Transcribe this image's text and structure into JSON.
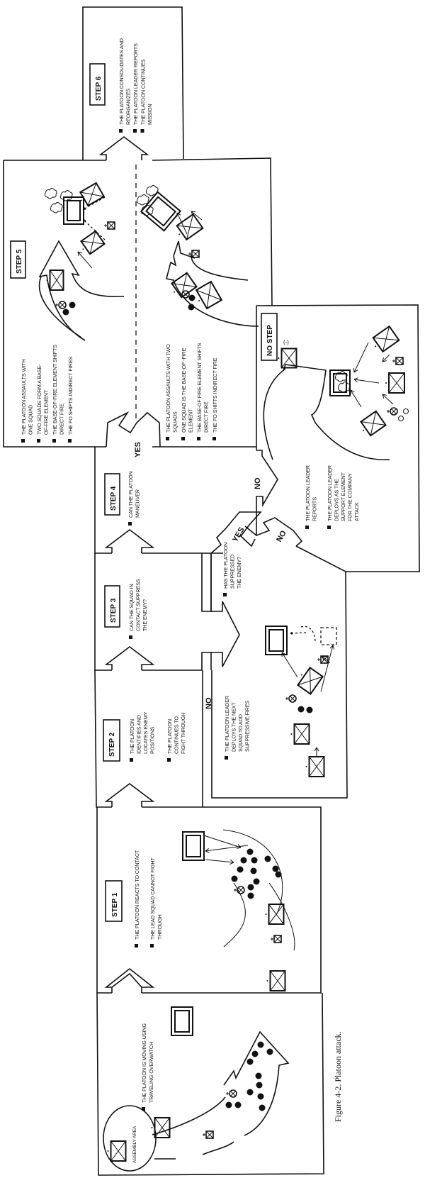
{
  "figure": {
    "caption": "Figure 4-2. Platoon attack.",
    "orientation": "rotated 90° counter-clockwise"
  },
  "panels": {
    "assembly": {
      "area_label": "ASSEMBLY AREA",
      "bullets": [
        "THE PLATOON IS MOVING USING",
        "TRAVELING OVERWATCH"
      ]
    },
    "step1": {
      "label": "STEP 1",
      "bullets": [
        [
          "THE PLATOON REACTS TO CONTACT"
        ],
        [
          "THE LEAD SQUAD CANNOT FIGHT",
          "THROUGH"
        ]
      ]
    },
    "step2": {
      "label": "STEP 2",
      "bullets": [
        [
          "THE PLATOON",
          "IDENTIFIES AND",
          "LOCATES  ENEMY",
          "POSITIONS"
        ],
        [
          "THE PLATOON",
          "CONTINUES TO",
          "FIGHT THROUGH"
        ]
      ]
    },
    "step3": {
      "label": "STEP 3",
      "bullets": [
        [
          "CAN THE SQUAD IN",
          "CONTACT SUPPRESS",
          "THE ENEMY?"
        ]
      ]
    },
    "step3_no": {
      "bullets": [
        [
          "THE PLATOON LEADER",
          "DEPLOYS THE NEXT",
          "SQUAD TO ADD",
          "SUPPRESSIVE FIRES"
        ],
        [
          "HAS THE PLATOON",
          "SUPPRESSED",
          "THE ENEMY?"
        ]
      ]
    },
    "step4": {
      "label": "STEP 4",
      "bullets": [
        [
          "CAN THE PLATOON",
          "MANEUVER"
        ]
      ]
    },
    "step5": {
      "label": "STEP 5",
      "left_bullets": [
        [
          "THE PLATOON ASSAULTS WITH",
          "ONE SQUAD"
        ],
        [
          "TWO SQUADS FORM A BASE-",
          "OF-FIRE ELEMENT"
        ],
        [
          "THE BASE-OF-FIRE  ELEMENT SHIFTS",
          "DIRECT FIRE"
        ],
        [
          "THE FO SHIFTS INDIRECT FIRES"
        ]
      ],
      "right_bullets": [
        [
          "THE PLATOON ASSAULTS WITH TWO",
          "SQUADS"
        ],
        [
          "ONE SQUAD IS THE BASE-OF -FIRE",
          "ELEMENT"
        ],
        [
          "THE BASE-OF FIRE ELEMENT SHIFTS",
          "DIRECT FIRE"
        ],
        [
          "THE FO SHIFTS INDIRECT FIRE"
        ]
      ]
    },
    "step6": {
      "label": "STEP 6",
      "bullets": [
        [
          "THE PLATOON CONSOLIDATES AND",
          "REORGANIZES"
        ],
        [
          "THE PLATOON LEADER REPORTS"
        ],
        [
          "THE PLATOON  CONTINUES",
          "MISSION"
        ]
      ]
    },
    "no_step": {
      "label": "NO STEP",
      "unit_label": "(-)",
      "bullets": [
        [
          "THE PLATOON LEADER",
          "REPORTS"
        ],
        [
          "THE PLATOON LEADER",
          "DEPLOYS AS THE",
          "SUPPORT ELEMENT",
          "FOR THE COMPANY",
          "ATTACK"
        ]
      ]
    }
  },
  "decisions": {
    "yes": "YES",
    "no": "NO"
  },
  "colors": {
    "ink": "#111111",
    "paper": "#ffffff"
  }
}
